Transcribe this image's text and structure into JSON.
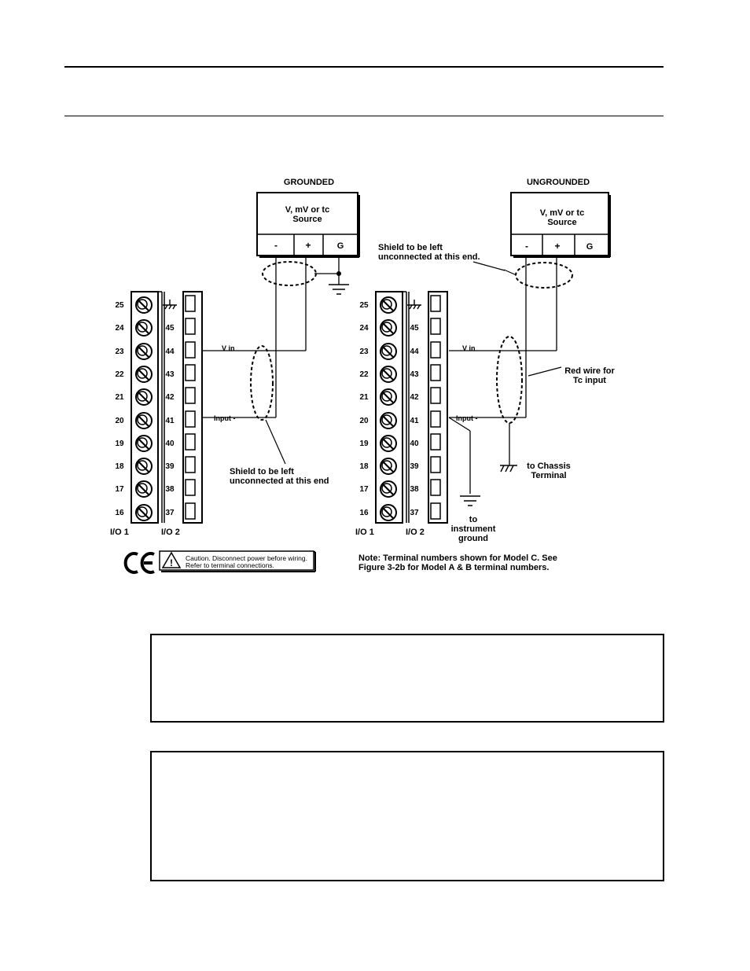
{
  "left_diagram": {
    "title": "GROUNDED",
    "source_line1": "V, mV or tc",
    "source_line2": "Source",
    "terminals": [
      "-",
      "+",
      "G"
    ],
    "io1_numbers": [
      "25",
      "24",
      "23",
      "22",
      "21",
      "20",
      "19",
      "18",
      "17",
      "16"
    ],
    "io2_numbers": [
      "45",
      "44",
      "43",
      "42",
      "41",
      "40",
      "39",
      "38",
      "37"
    ],
    "vin_label": "V in",
    "input_label": "Input -",
    "shield_note_line1": "Shield to be left",
    "shield_note_line2": "unconnected at this end",
    "io1_label": "I/O 1",
    "io2_label": "I/O 2",
    "caution_line1": "Caution. Disconnect power before wiring.",
    "caution_line2": "Refer to terminal connections."
  },
  "right_diagram": {
    "title": "UNGROUNDED",
    "source_line1": "V, mV or tc",
    "source_line2": "Source",
    "terminals": [
      "-",
      "+",
      "G"
    ],
    "io1_numbers": [
      "25",
      "24",
      "23",
      "22",
      "21",
      "20",
      "19",
      "18",
      "17",
      "16"
    ],
    "io2_numbers": [
      "45",
      "44",
      "43",
      "42",
      "41",
      "40",
      "39",
      "38",
      "37"
    ],
    "vin_label": "V in",
    "input_label": "Input -",
    "shield_note_line1": "Shield to be left",
    "shield_note_line2": "unconnected at this end.",
    "red_wire_line1": "Red wire for",
    "red_wire_line2": "Tc input",
    "chassis_line1": "to Chassis",
    "chassis_line2": "Terminal",
    "instrument_line1": "to",
    "instrument_line2": "instrument",
    "instrument_line3": "ground",
    "io1_label": "I/O 1",
    "io2_label": "I/O 2",
    "note_line1": "Note: Terminal numbers shown for Model C. See",
    "note_line2": "Figure 3-2b for Model A & B terminal numbers."
  }
}
